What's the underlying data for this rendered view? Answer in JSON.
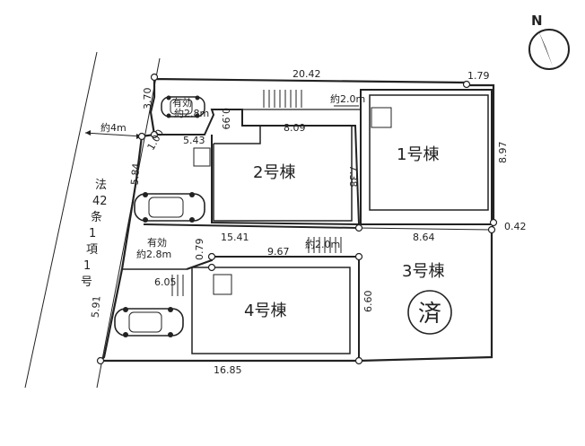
{
  "north_label": "N",
  "buildings": {
    "b1": "1号棟",
    "b2": "2号棟",
    "b3": "3号棟",
    "b4": "4号棟",
    "sold": "済"
  },
  "road": {
    "width_label": "約4m",
    "law_chars": [
      "法",
      "42",
      "条",
      "1",
      "項",
      "1",
      "号"
    ]
  },
  "parking": {
    "top_label_1": "有効",
    "top_label_2": "約2.8m",
    "mid_label_1": "有効",
    "mid_label_2": "約2.8m"
  },
  "passage": {
    "top": "約2.0m",
    "mid": "約2.0m"
  },
  "dimensions": {
    "d_20_42": "20.42",
    "d_1_79": "1.79",
    "d_3_70": "3.70",
    "d_0_99": "0.99",
    "d_8_09": "8.09",
    "d_1_00": "1.00",
    "d_5_43": "5.43",
    "d_7_38": "7.38",
    "d_8_97": "8.97",
    "d_5_84": "5.84",
    "d_0_42": "0.42",
    "d_15_41": "15.41",
    "d_8_64": "8.64",
    "d_9_67": "9.67",
    "d_0_79": "0.79",
    "d_6_05": "6.05",
    "d_6_60": "6.60",
    "d_5_91": "5.91",
    "d_16_85": "16.85"
  }
}
